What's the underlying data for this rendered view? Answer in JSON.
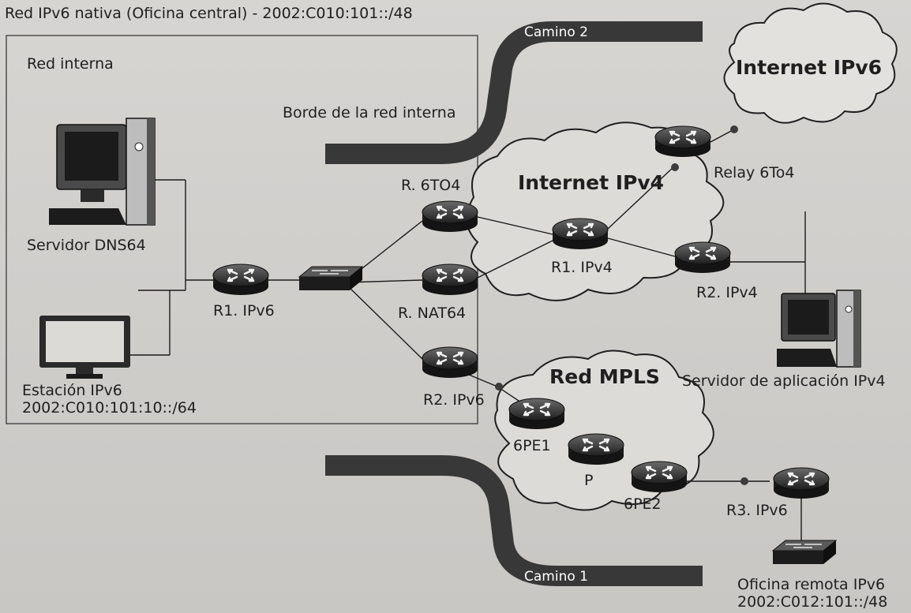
{
  "network": {
    "title": "Red IPv6 nativa (Oficina central) - 2002:C010:101::/48",
    "labels": {
      "internal_net": "Red interna",
      "edge": "Borde de la red interna",
      "path2": "Camino 2",
      "path1": "Camino 1",
      "internet_ipv6": "Internet IPv6",
      "internet_ipv4": "Internet IPv4",
      "mpls": "Red MPLS",
      "relay": "Relay 6To4",
      "r6to4": "R. 6TO4",
      "rnat64": "R. NAT64",
      "r1ipv4": "R1. IPv4",
      "r2ipv4": "R2. IPv4",
      "r1ipv6": "R1. IPv6",
      "r2ipv6": "R2. IPv6",
      "r3ipv6": "R3. IPv6",
      "pe1": "6PE1",
      "p": "P",
      "pe2": "6PE2",
      "dns64": "Servidor DNS64",
      "station": "Estación IPv6",
      "station_prefix": "2002:C010:101:10::/64",
      "app_server": "Servidor de aplicación IPv4",
      "remote_office": "Oficina remota IPv6",
      "remote_prefix": "2002:C012:101::/48"
    }
  }
}
